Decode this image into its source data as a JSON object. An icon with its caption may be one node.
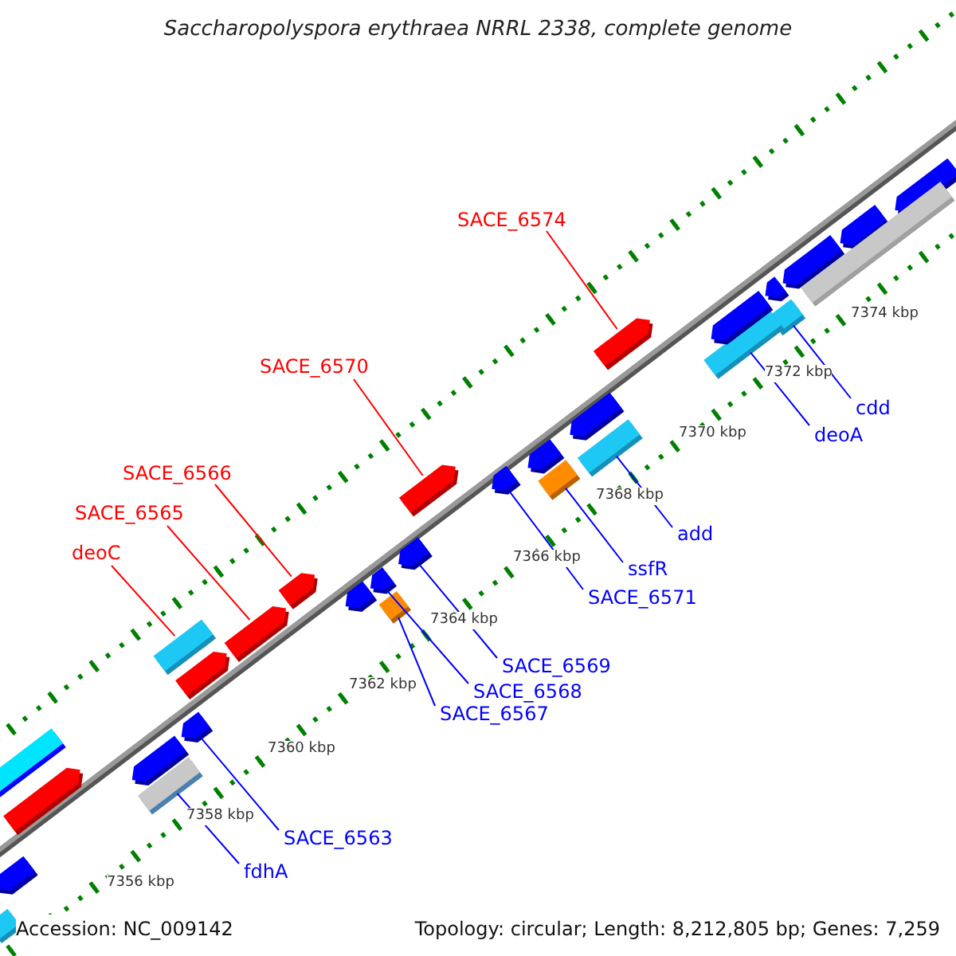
{
  "diagram": {
    "title": "Saccharopolyspora erythraea NRRL 2338, complete genome",
    "nodes": [
      {
        "text": [
          "SACE_6574"
        ]
      },
      {
        "text": [
          "SACE_6570"
        ]
      },
      {
        "text": [
          "SACE_6566"
        ]
      },
      {
        "text": [
          "SACE_6565"
        ]
      },
      {
        "text": [
          "deoC"
        ]
      },
      {
        "text": [
          "cdd"
        ]
      },
      {
        "text": [
          "deoA"
        ]
      },
      {
        "text": [
          "add"
        ]
      },
      {
        "text": [
          "ssfR"
        ]
      },
      {
        "text": [
          "SACE_6571"
        ]
      },
      {
        "text": [
          "SACE_6569"
        ]
      },
      {
        "text": [
          "SACE_6568"
        ]
      },
      {
        "text": [
          "SACE_6567"
        ]
      },
      {
        "text": [
          "SACE_6563"
        ]
      },
      {
        "text": [
          "fdhA"
        ]
      },
      {
        "text": [],
        "shape": "arrow"
      },
      {
        "text": [],
        "shape": "arrow"
      },
      {
        "text": [],
        "shape": "arrow"
      },
      {
        "text": [],
        "shape": "arrow"
      },
      {
        "text": [],
        "shape": "bar"
      },
      {
        "text": [],
        "shape": "bar"
      },
      {
        "text": [],
        "shape": "bar"
      },
      {
        "text": [],
        "shape": "bar"
      },
      {
        "text": [],
        "shape": "bar"
      },
      {
        "text": [],
        "shape": "arrow"
      },
      {
        "text": [],
        "shape": "arrow"
      },
      {
        "text": [],
        "shape": "arrow"
      },
      {
        "text": [],
        "shape": "bar"
      },
      {
        "text": [],
        "shape": "arrow"
      },
      {
        "text": [],
        "shape": "bar"
      },
      {
        "text": [],
        "shape": "arrow"
      },
      {
        "text": [],
        "shape": "arrow"
      },
      {
        "text": [],
        "shape": "bar"
      },
      {
        "text": [],
        "shape": "arrow"
      },
      {
        "text": [],
        "shape": "arrow"
      },
      {
        "text": [],
        "shape": "arrow"
      },
      {
        "text": [],
        "shape": "arrow"
      },
      {
        "text": [],
        "shape": "arrow"
      },
      {
        "text": [],
        "shape": "arrow"
      },
      {
        "text": [],
        "shape": "arrow"
      },
      {
        "text": [],
        "shape": "arrow"
      },
      {
        "text": [],
        "shape": "arrow"
      },
      {
        "text": [],
        "shape": "bar"
      },
      {
        "text": [],
        "shape": "arrow"
      },
      {
        "text": [],
        "shape": "bar"
      }
    ],
    "edges": [
      {
        "from": 0,
        "to": 15,
        "arrow": "none",
        "color": "#ff0000"
      },
      {
        "from": 1,
        "to": 16,
        "arrow": "none",
        "color": "#ff0000"
      },
      {
        "from": 2,
        "to": 17,
        "arrow": "none",
        "color": "#ff0000"
      },
      {
        "from": 3,
        "to": 18,
        "arrow": "none",
        "color": "#ff0000"
      },
      {
        "from": 4,
        "to": 19,
        "arrow": "none",
        "color": "#ff0000"
      },
      {
        "from": 5,
        "to": 20,
        "arrow": "none"
      },
      {
        "from": 6,
        "to": 21,
        "arrow": "none"
      },
      {
        "from": 7,
        "to": 22,
        "arrow": "none"
      },
      {
        "from": 8,
        "to": 23,
        "arrow": "none"
      },
      {
        "from": 9,
        "to": 24,
        "arrow": "none"
      },
      {
        "from": 10,
        "to": 25,
        "arrow": "none"
      },
      {
        "from": 11,
        "to": 26,
        "arrow": "none"
      },
      {
        "from": 12,
        "to": 27,
        "arrow": "none"
      },
      {
        "from": 13,
        "to": 28,
        "arrow": "none"
      },
      {
        "from": 14,
        "to": 29,
        "arrow": "none"
      }
    ],
    "labels": [
      "7374 kbp",
      "7372 kbp",
      "7370 kbp",
      "7368 kbp",
      "7366 kbp",
      "7364 kbp",
      "7362 kbp",
      "7360 kbp",
      "7358 kbp",
      "7356 kbp",
      "Accession: NC_009142",
      "Topology: circular; Length: 8,212,805 bp; Genes: 7,259"
    ]
  }
}
